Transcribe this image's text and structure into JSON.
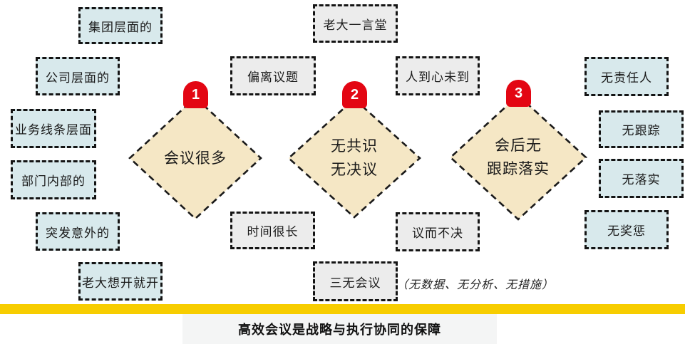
{
  "colors": {
    "badge_red": "#e30613",
    "diamond_fill": "#f5e7c5",
    "box_blue": "#d8e9ec",
    "box_gray": "#ececec",
    "footer_yellow": "#f7cd00",
    "caption_strip_gray": "#f4f5f5",
    "border_black": "#141414"
  },
  "diamonds": [
    {
      "badge": "1",
      "line1": "会议很多"
    },
    {
      "badge": "2",
      "line1": "无共识",
      "line2": "无决议"
    },
    {
      "badge": "3",
      "line1": "会后无",
      "line2": "跟踪落实"
    }
  ],
  "boxes": [
    {
      "label": "集团层面的",
      "variant": "blue"
    },
    {
      "label": "公司层面的",
      "variant": "blue"
    },
    {
      "label": "业务线条层面",
      "variant": "blue"
    },
    {
      "label": "部门内部的",
      "variant": "blue"
    },
    {
      "label": "突发意外的",
      "variant": "blue"
    },
    {
      "label": "老大想开就开",
      "variant": "blue"
    },
    {
      "label": "老大一言堂",
      "variant": "gray"
    },
    {
      "label": "偏离议题",
      "variant": "gray"
    },
    {
      "label": "人到心未到",
      "variant": "gray"
    },
    {
      "label": "时间很长",
      "variant": "gray"
    },
    {
      "label": "议而不决",
      "variant": "gray"
    },
    {
      "label": "三无会议",
      "variant": "gray"
    },
    {
      "label": "无责任人",
      "variant": "blue"
    },
    {
      "label": "无跟踪",
      "variant": "blue"
    },
    {
      "label": "无落实",
      "variant": "blue"
    },
    {
      "label": "无奖惩",
      "variant": "blue"
    }
  ],
  "note": "（无数据、无分析、无措施）",
  "footer": {
    "caption": "高效会议是战略与执行协同的保障"
  }
}
